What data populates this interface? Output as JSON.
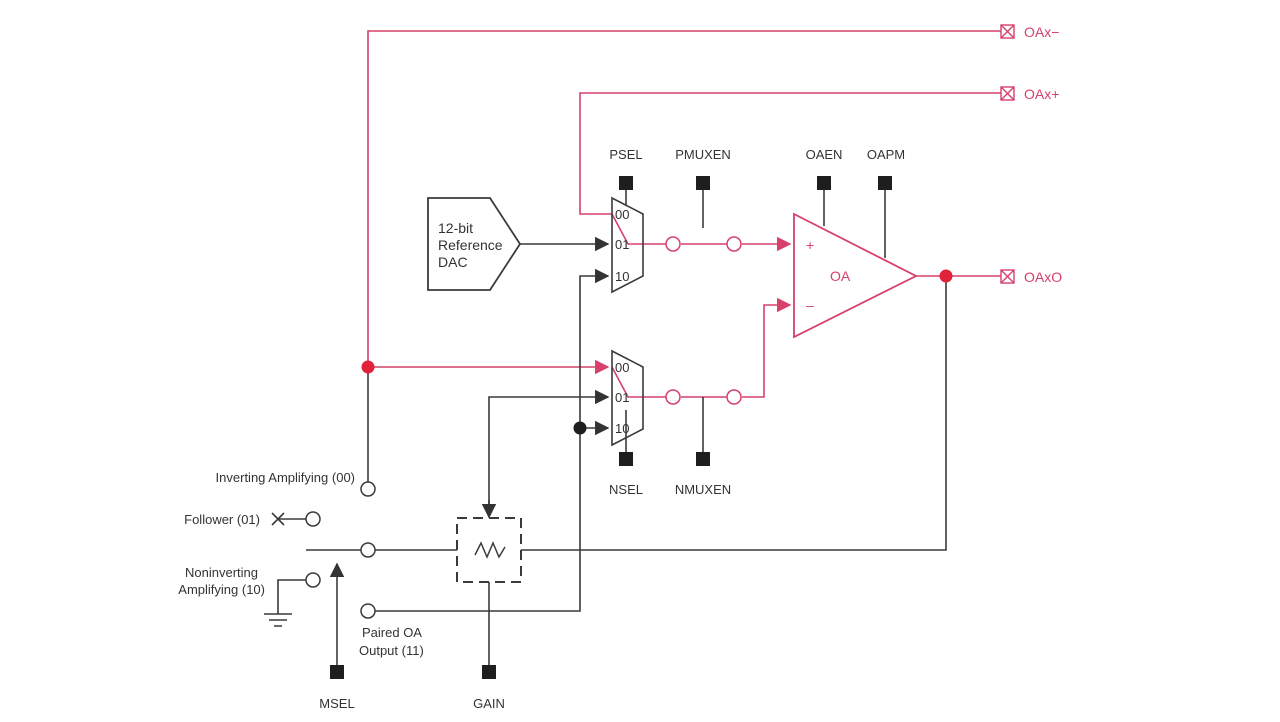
{
  "colors": {
    "signal": "#d6406a",
    "wire": "#3a3a3a",
    "node": "#e0223b"
  },
  "pins": {
    "oax_minus": "OAx−",
    "oax_plus": "OAx+",
    "oaxo": "OAxO"
  },
  "controls": {
    "psel": "PSEL",
    "pmuxen": "PMUXEN",
    "oaen": "OAEN",
    "oapm": "OAPM",
    "nsel": "NSEL",
    "nmuxen": "NMUXEN",
    "msel": "MSEL",
    "gain": "GAIN"
  },
  "dac": {
    "line1": "12-bit",
    "line2": "Reference",
    "line3": "DAC"
  },
  "amp": {
    "label": "OA",
    "plus": "+",
    "minus": "–"
  },
  "pmux": {
    "in0": "00",
    "in1": "01",
    "in2": "10"
  },
  "nmux": {
    "in0": "00",
    "in1": "01",
    "in2": "10"
  },
  "modes": {
    "inverting": "Inverting Amplifying (00)",
    "follower": "Follower (01)",
    "noninv_line1": "Noninverting",
    "noninv_line2": "Amplifying (10)",
    "paired_line1": "Paired OA",
    "paired_line2": "Output (11)"
  }
}
